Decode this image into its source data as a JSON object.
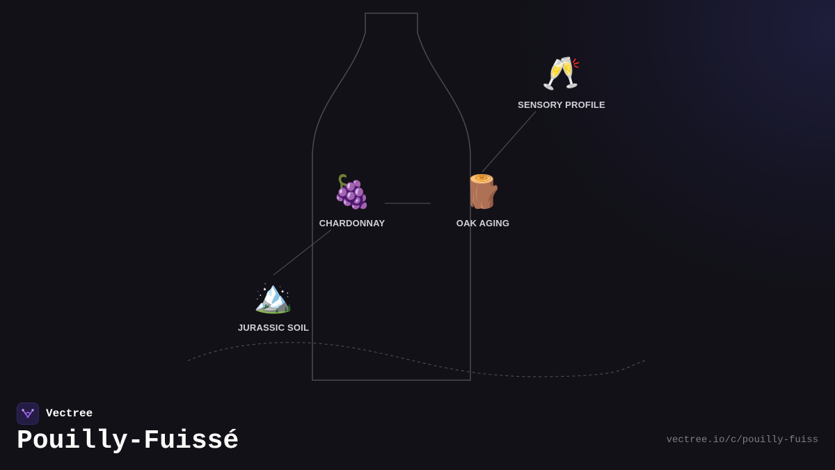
{
  "brand": {
    "name": "Vectree",
    "logo_icon": "vectree-logo-icon",
    "accent_color": "#9b5de5"
  },
  "title": "Pouilly-Fuissé",
  "url": "vectree.io/c/pouilly-fuiss",
  "nodes": [
    {
      "id": "sensory-profile",
      "label": "SENSORY PROFILE",
      "icon": "clinking-glasses-icon",
      "glyph": "🥂"
    },
    {
      "id": "oak-aging",
      "label": "OAK AGING",
      "icon": "wood-log-icon",
      "glyph": "🪵"
    },
    {
      "id": "chardonnay",
      "label": "CHARDONNAY",
      "icon": "grapes-icon",
      "glyph": "🍇"
    },
    {
      "id": "jurassic-soil",
      "label": "JURASSIC SOIL",
      "icon": "mountain-icon",
      "glyph": "🏔️"
    }
  ],
  "edges": [
    {
      "from": "jurassic-soil",
      "to": "chardonnay"
    },
    {
      "from": "chardonnay",
      "to": "oak-aging"
    },
    {
      "from": "oak-aging",
      "to": "sensory-profile"
    }
  ],
  "colors": {
    "background": "#121117",
    "bottle_outline": "#4a4a50",
    "connector": "#55555c",
    "label": "#d0d0d6"
  }
}
